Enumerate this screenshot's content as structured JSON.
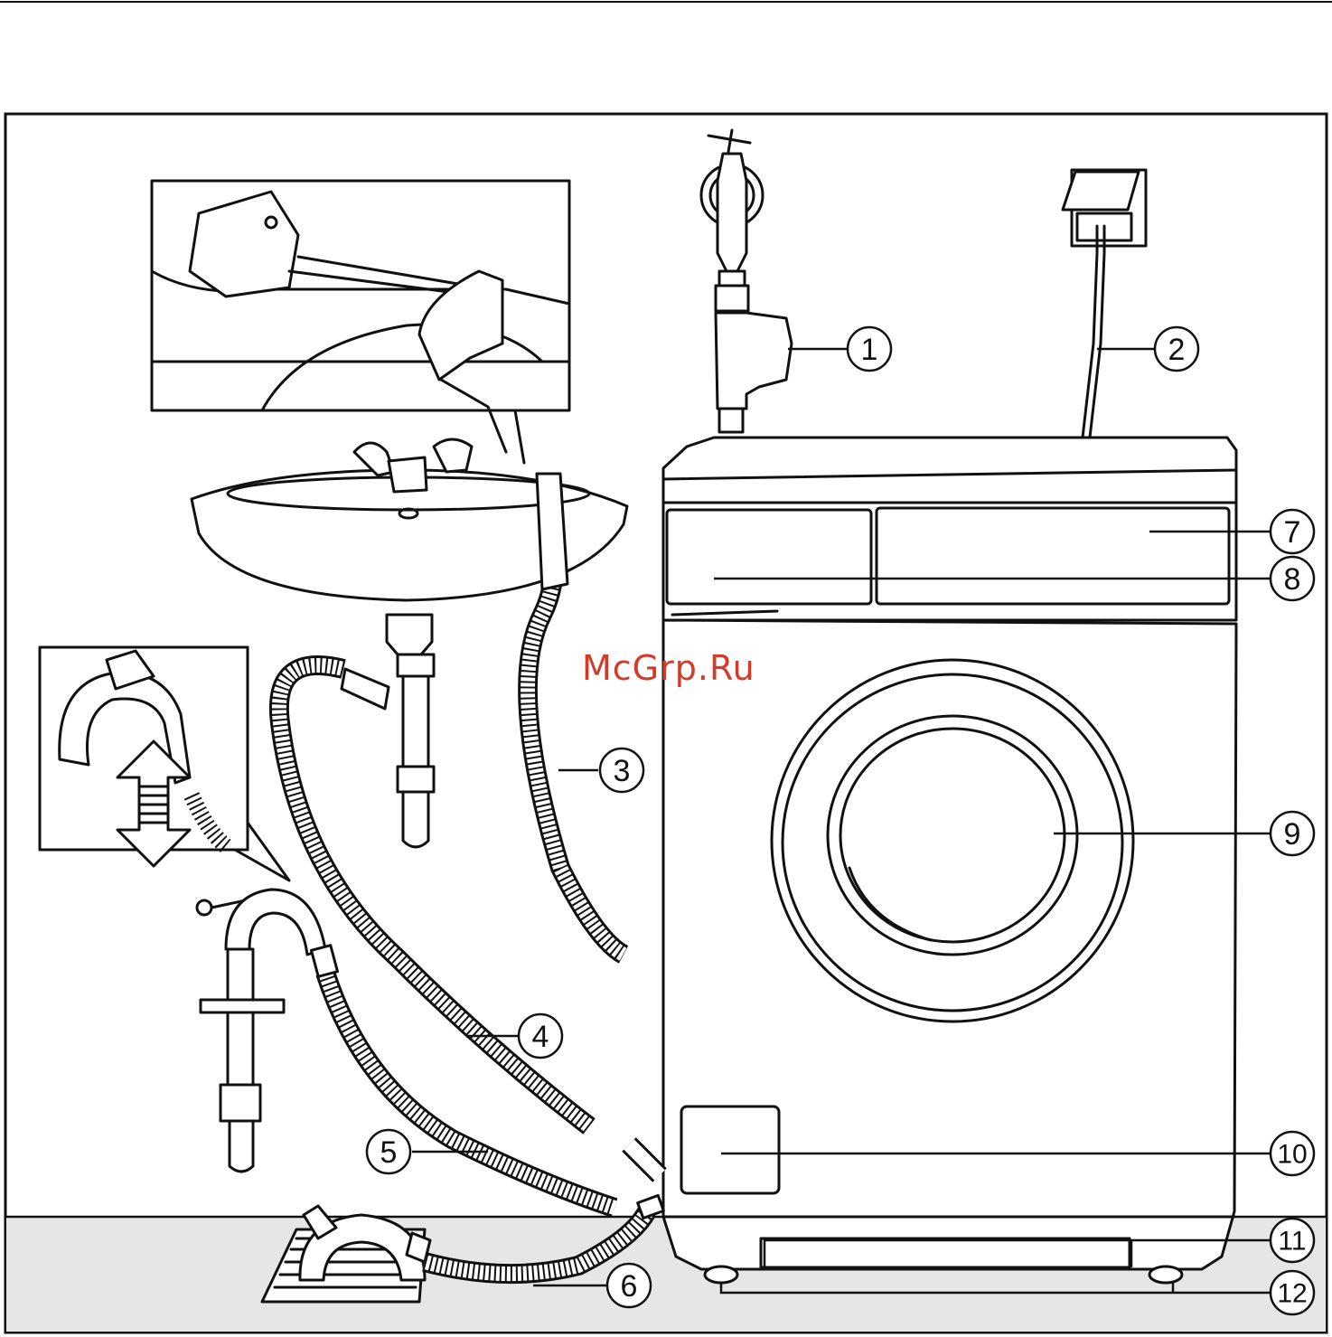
{
  "watermark": "McGrp.Ru",
  "callouts": [
    "1",
    "2",
    "3",
    "4",
    "5",
    "6",
    "7",
    "8",
    "9",
    "10",
    "11",
    "12"
  ],
  "colors": {
    "ink": "#111111",
    "floor": "#e6e6e6",
    "watermark": "#d23b2a"
  }
}
